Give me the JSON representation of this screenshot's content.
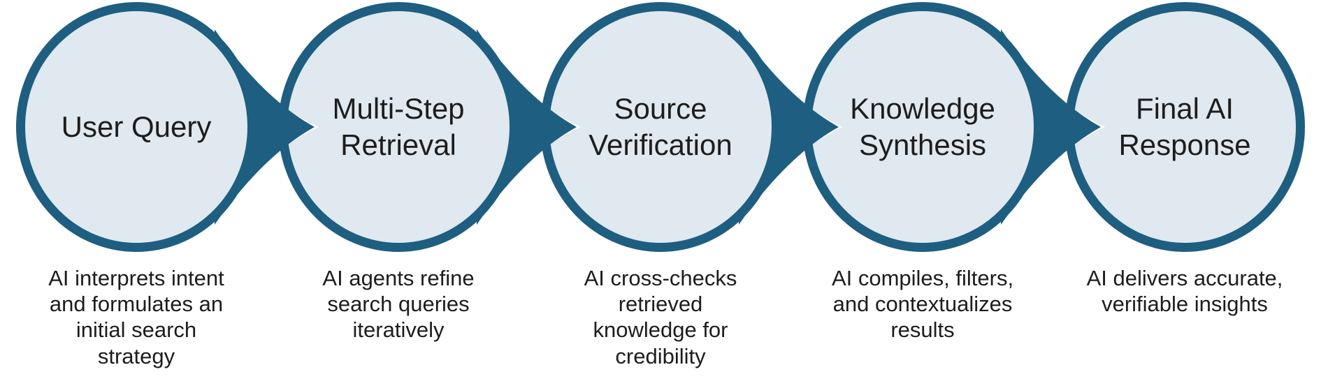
{
  "diagram": {
    "steps": [
      {
        "title": "User Query",
        "description": "AI interprets intent\nand formulates an\ninitial search\nstrategy"
      },
      {
        "title": "Multi-Step\nRetrieval",
        "description": "AI agents refine\nsearch queries\niteratively"
      },
      {
        "title": "Source\nVerification",
        "description": "AI cross-checks\nretrieved\nknowledge for\ncredibility"
      },
      {
        "title": "Knowledge\nSynthesis",
        "description": "AI compiles, filters,\nand contextualizes\nresults"
      },
      {
        "title": "Final AI\nResponse",
        "description": "AI delivers accurate,\nverifiable insights"
      }
    ],
    "colors": {
      "accent": "#1E5E81",
      "circle_fill": "#E0E9EF",
      "text": "#1D1D1D",
      "connector_outline": "#FFFFFF",
      "background": "#FFFFFF"
    }
  }
}
